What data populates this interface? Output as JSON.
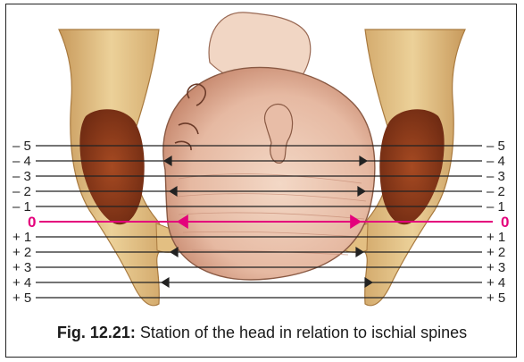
{
  "colors": {
    "bone": "#e8c98a",
    "bone_dark": "#b98b4e",
    "muscle": "#8a3b1e",
    "muscle_light": "#b35a2e",
    "skin": "#f0d3c0",
    "skin_shadow": "#d9a892",
    "line": "#222222",
    "zero_line": "#e4007c"
  },
  "stations": {
    "left_labels": [
      "– 5",
      "– 4",
      "– 3",
      "– 2",
      "– 1",
      "0",
      "+ 1",
      "+ 2",
      "+ 3",
      "+ 4",
      "+ 5"
    ],
    "right_labels": [
      "– 5",
      "– 4",
      "– 3",
      "– 2",
      "– 1",
      "0",
      "+ 1",
      "+ 2",
      "+ 3",
      "+ 4",
      "+ 5"
    ]
  },
  "caption": {
    "label": "Fig. 12.21:",
    "text": " Station of the head in relation to ischial spines"
  }
}
